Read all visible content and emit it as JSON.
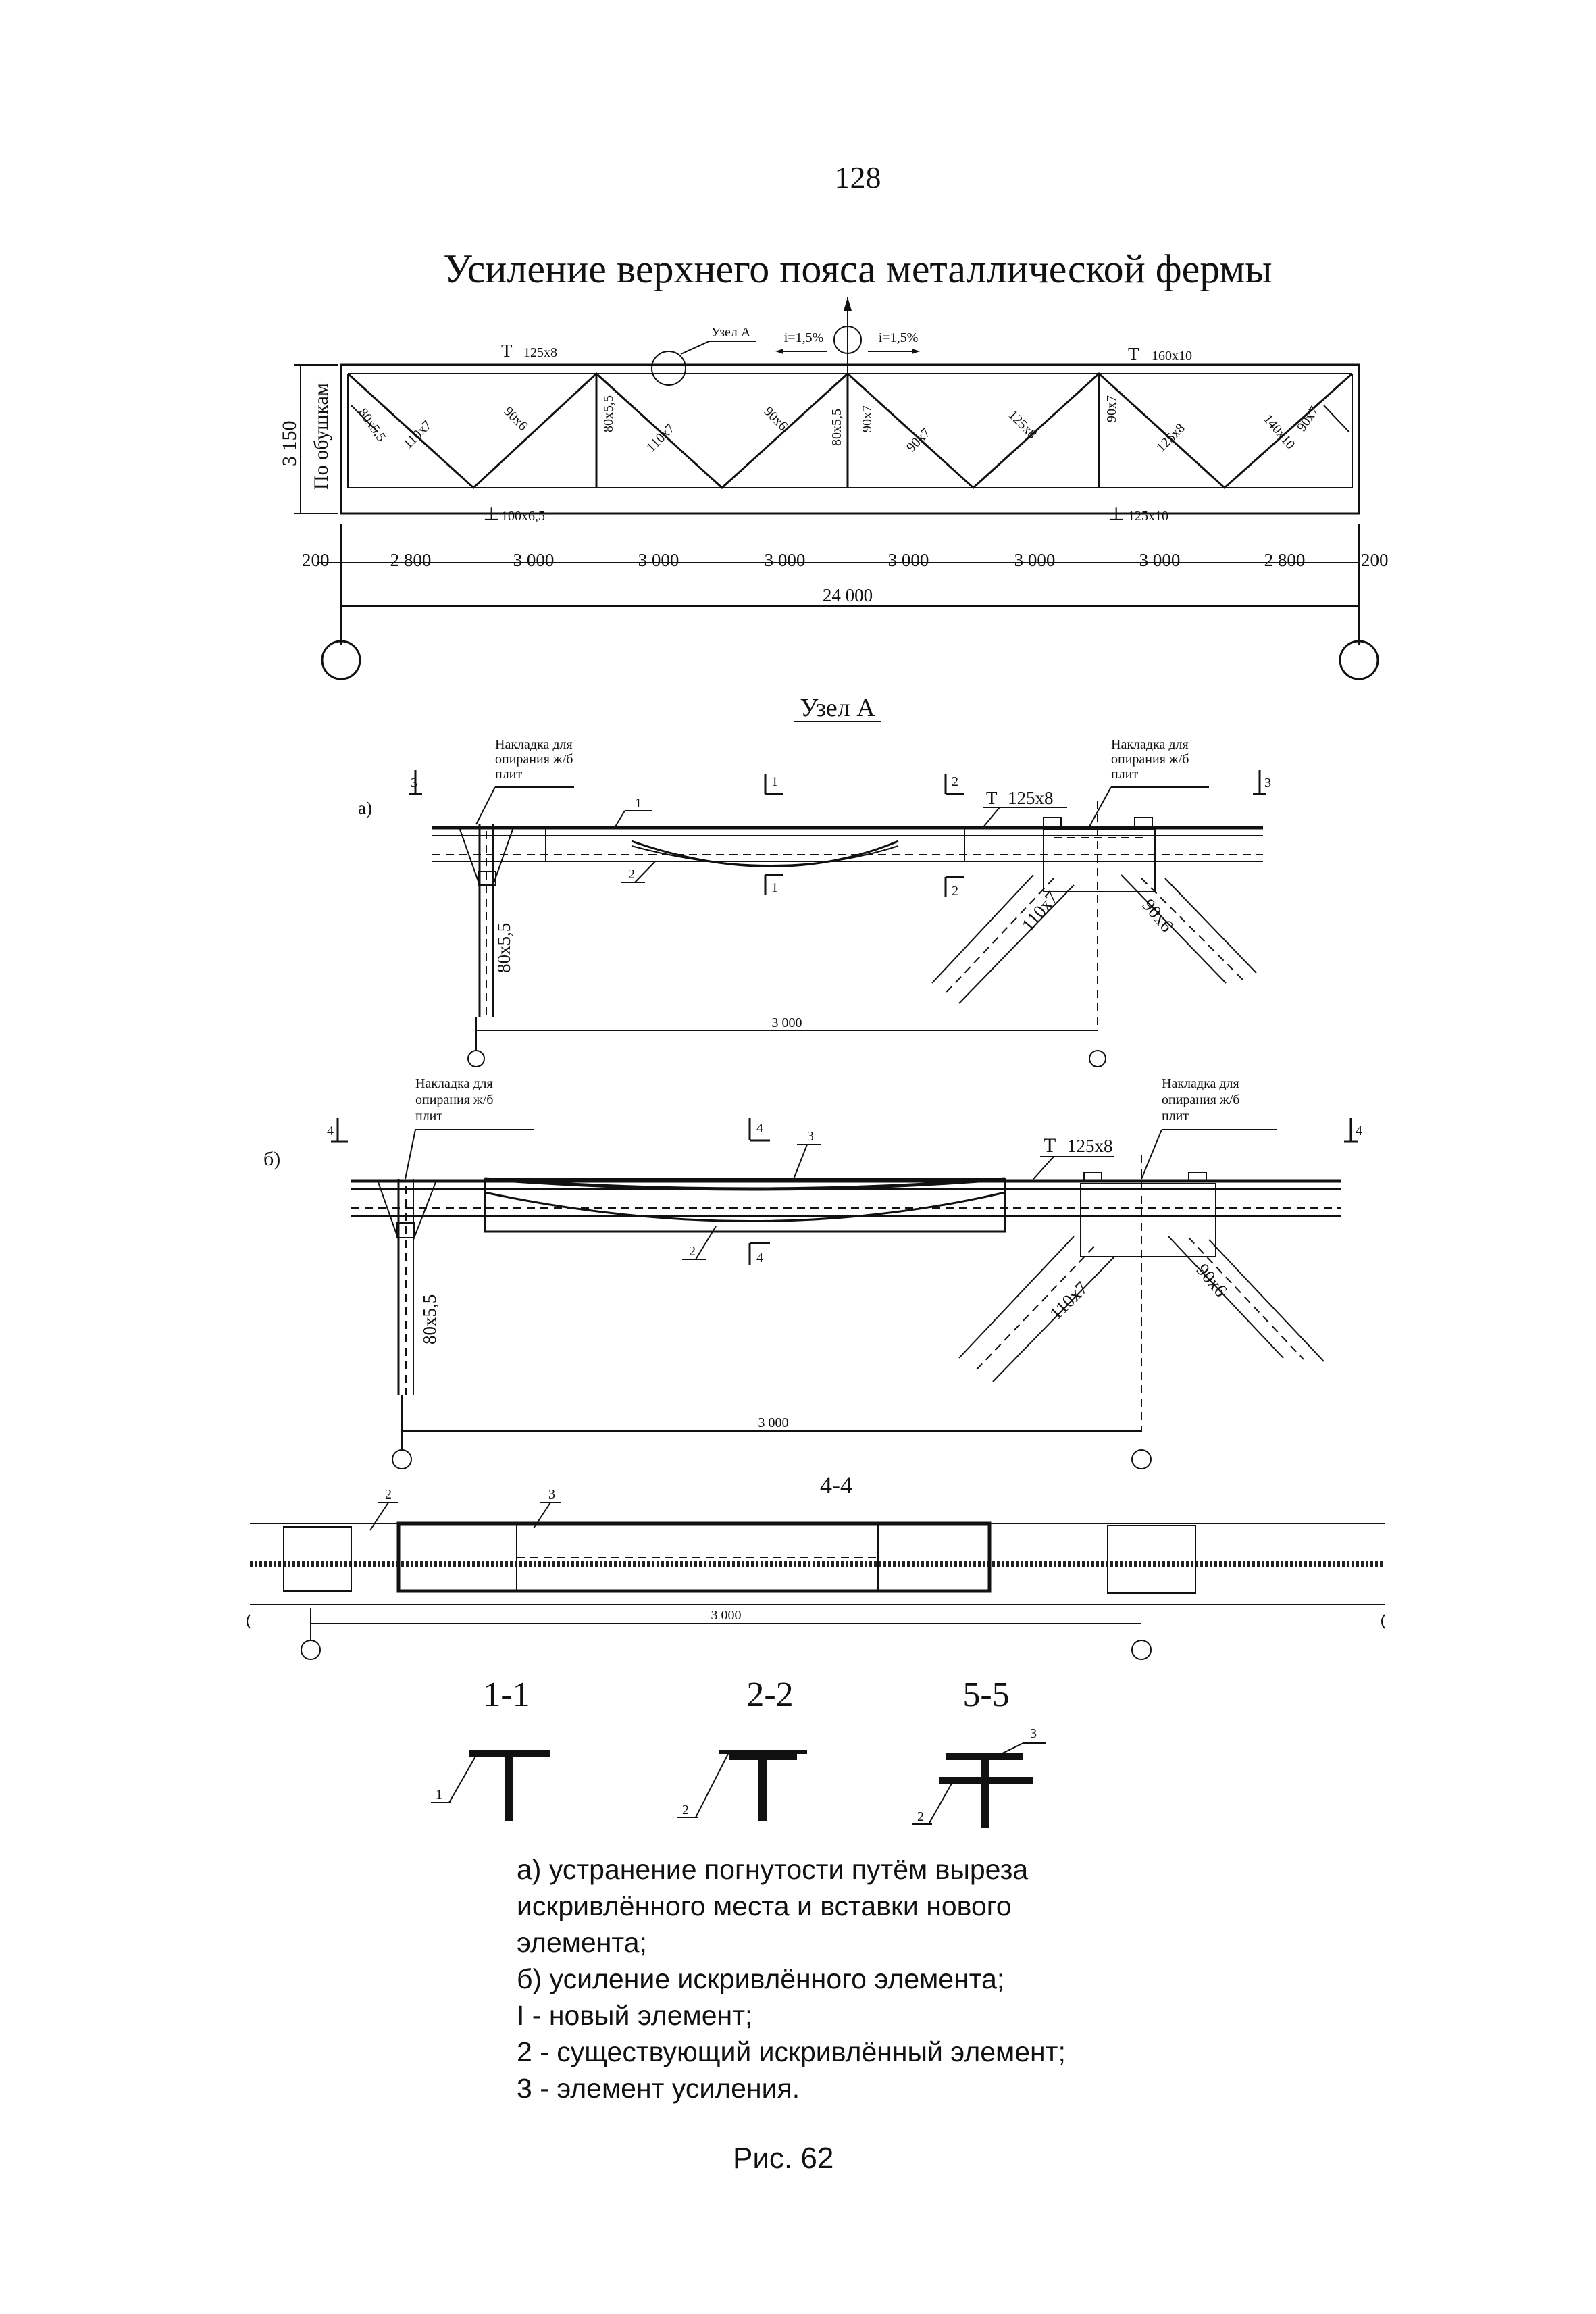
{
  "page_number": "128",
  "title": "Усиление верхнего пояса металлической фермы",
  "truss": {
    "node_label": "Узел А",
    "slope_left": "i=1,5%",
    "slope_right": "i=1,5%",
    "top_chord_left": "125x8",
    "top_chord_right": "160x10",
    "bottom_chord_left": "100x6,5",
    "bottom_chord_right": "125x10",
    "height": "3 150",
    "height_note": "По обушкам",
    "members": [
      "80x5,5",
      "110x7",
      "90x6",
      "80x5,5",
      "110x7",
      "90x6",
      "80x5,5",
      "90x7",
      "90x7",
      "125x8",
      "90x7",
      "125x8",
      "140x10",
      "90x7"
    ],
    "end_offsets": [
      "200",
      "200"
    ],
    "spans": [
      "2 800",
      "3 000",
      "3 000",
      "3 000",
      "3 000",
      "3 000",
      "3 000",
      "2 800"
    ],
    "total_span": "24 000"
  },
  "node_detail": {
    "title": "Узел А",
    "variant_a": {
      "label": "а)",
      "pad_left": [
        "Накладка для",
        "опирания ж/б",
        "плит"
      ],
      "pad_right": [
        "Накладка для",
        "опирания ж/б",
        "плит"
      ],
      "chord": "125x8",
      "post": "80x5,5",
      "diag_left": "110x7",
      "diag_right": "90x6",
      "callouts": [
        "1",
        "2"
      ],
      "sections": [
        "3",
        "3",
        "1",
        "1",
        "2",
        "2"
      ],
      "dimension": "3 000"
    },
    "variant_b": {
      "label": "б)",
      "pad_left": [
        "Накладка для",
        "опирания ж/б",
        "плит"
      ],
      "pad_right": [
        "Накладка для",
        "опирания ж/б",
        "плит"
      ],
      "chord": "125x8",
      "post": "80x5,5",
      "diag_left": "110x7",
      "diag_right": "90x6",
      "callouts": [
        "3",
        "2"
      ],
      "sections": [
        "4",
        "4",
        "4",
        "4"
      ],
      "dimension": "3 000"
    }
  },
  "plan_view": {
    "title": "4-4",
    "callouts": [
      "2",
      "3"
    ],
    "dimension": "3 000"
  },
  "cross_sections": [
    {
      "title": "1-1",
      "callout": "1"
    },
    {
      "title": "2-2",
      "callout": "2"
    },
    {
      "title": "5-5",
      "callouts": [
        "3",
        "2"
      ]
    }
  ],
  "caption": {
    "lines": [
      "а) устранение погнутости путём выреза",
      "искривлённого места и вставки нового",
      "элемента;",
      "б) усиление искривлённого элемента;",
      "I - новый элемент;",
      "2 - существующий искривлённый элемент;",
      "3 - элемент усиления."
    ],
    "figure": "Рис. 62"
  }
}
